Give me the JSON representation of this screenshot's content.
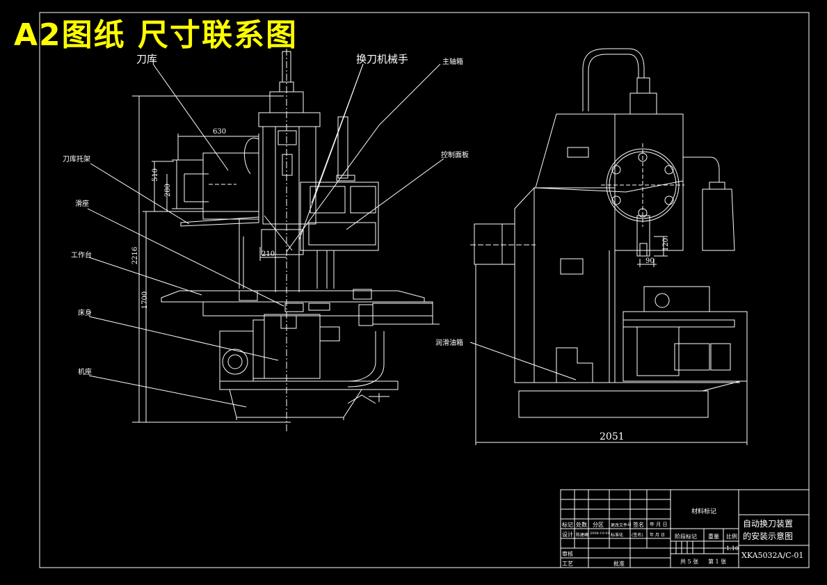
{
  "sheet_title": "A2图纸   尺寸联系图",
  "labels": {
    "tool_magazine": "刀库",
    "tool_changer": "换刀机械手",
    "spindle_box": "主轴箱",
    "magazine_bracket": "刀库托架",
    "control_panel": "控制面板",
    "saddle": "滑座",
    "worktable": "工作台",
    "bed": "床身",
    "base": "机座",
    "lube_tank": "润滑油箱"
  },
  "dimensions": {
    "d630": "630",
    "d510": "510",
    "d280": "280",
    "d210": "210",
    "d2216": "2216",
    "d1700": "1700",
    "d120": "120",
    "d90": "90",
    "d2051": "2051"
  },
  "title_block": {
    "material_mark": "材料标记",
    "drawing_name_1": "自动换刀装置",
    "drawing_name_2": "的安装示意图",
    "drawing_no": "XKA5032A/C-01",
    "mark": "标记",
    "count": "处数",
    "zone": "分区",
    "change_doc": "更改文件号",
    "sign": "签名",
    "date": "年 月 日",
    "design": "设计",
    "designer": "陈建峰",
    "design_date": "2008-10-01",
    "standardize": "标准化",
    "sign2": "(签名)",
    "date2": "年 月 日",
    "stage_mark": "阶段标记",
    "weight": "重量",
    "scale": "比例",
    "scale_value": "1:10",
    "review": "审核",
    "process": "工艺",
    "approve": "批准",
    "sheets_total": "共 5 张",
    "sheet_no": "第 1 张"
  }
}
